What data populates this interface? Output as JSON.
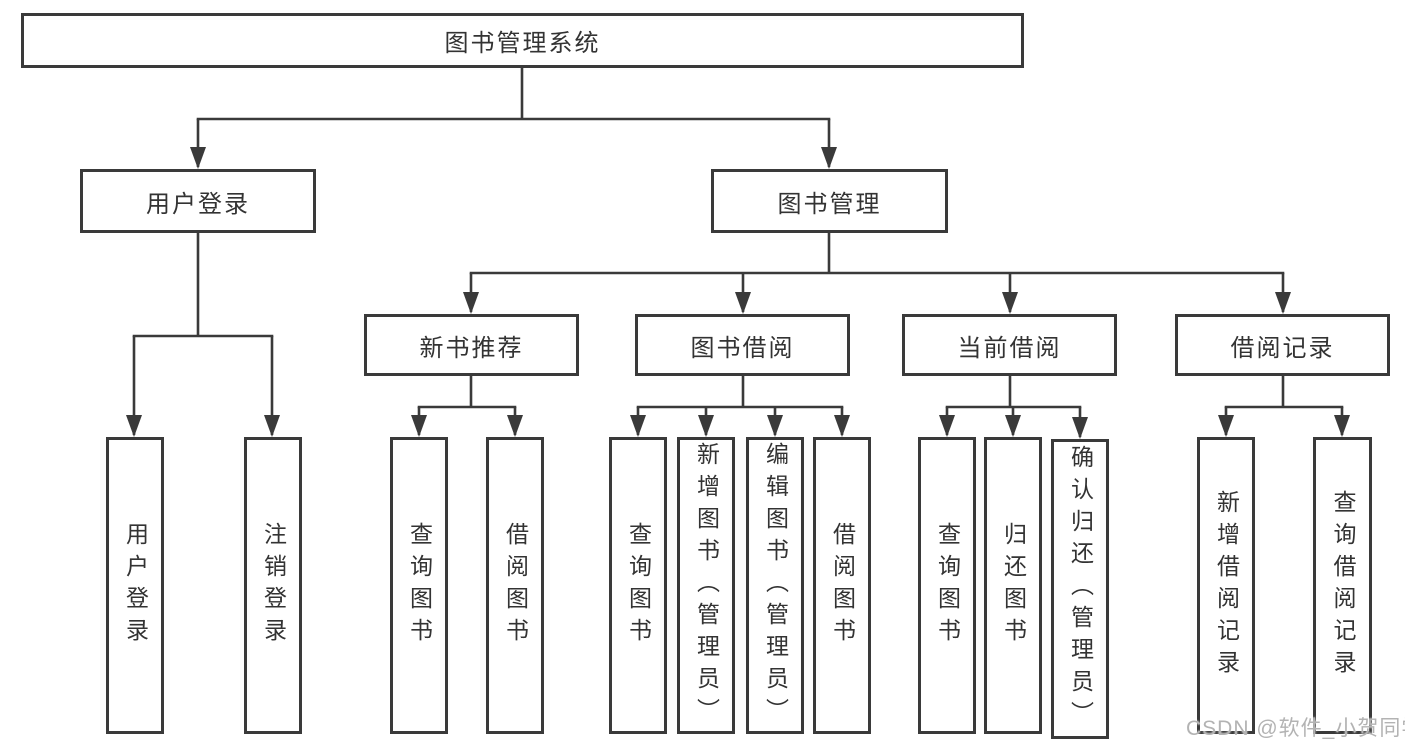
{
  "diagram": {
    "root": {
      "label": "图书管理系统"
    },
    "level2": [
      {
        "label": "用户登录"
      },
      {
        "label": "图书管理"
      }
    ],
    "level3": [
      {
        "label": "新书推荐"
      },
      {
        "label": "图书借阅"
      },
      {
        "label": "当前借阅"
      },
      {
        "label": "借阅记录"
      }
    ],
    "leaves": {
      "user_login": [
        {
          "label": "用户登录"
        },
        {
          "label": "注销登录"
        }
      ],
      "new_book_recommend": [
        {
          "label": "查询图书"
        },
        {
          "label": "借阅图书"
        }
      ],
      "book_borrow": [
        {
          "label": "查询图书"
        },
        {
          "label": "新增图书（管理员）"
        },
        {
          "label": "编辑图书（管理员）"
        },
        {
          "label": "借阅图书"
        }
      ],
      "current_borrow": [
        {
          "label": "查询图书"
        },
        {
          "label": "归还图书"
        },
        {
          "label": "确认归还（管理员）"
        }
      ],
      "borrow_record": [
        {
          "label": "新增借阅记录"
        },
        {
          "label": "查询借阅记录"
        }
      ]
    }
  },
  "watermark": {
    "text": "CSDN @软件_小贺同学"
  },
  "colors": {
    "line": "#3a3a3a",
    "text": "#333333",
    "watermark": "#b3b3b3",
    "background": "#ffffff"
  }
}
